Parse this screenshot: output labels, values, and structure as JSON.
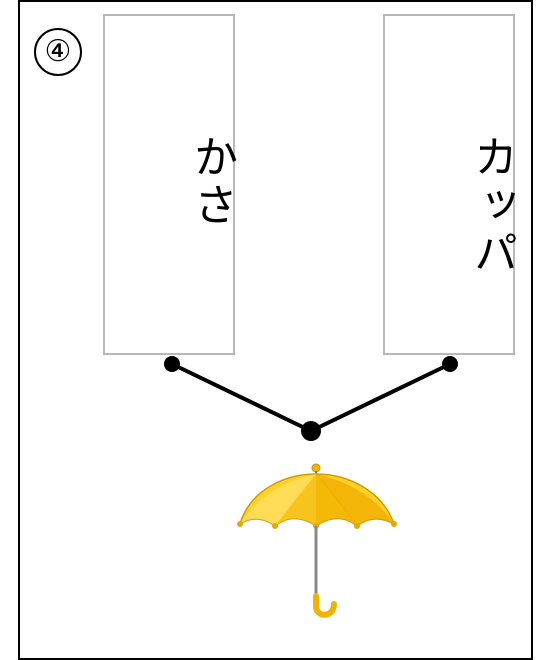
{
  "question_number": "④",
  "cards": {
    "left": {
      "text": "かさ"
    },
    "right": {
      "text": "カッパ"
    }
  },
  "picture": {
    "icon": "umbrella-icon",
    "color": "#f6c21c"
  }
}
